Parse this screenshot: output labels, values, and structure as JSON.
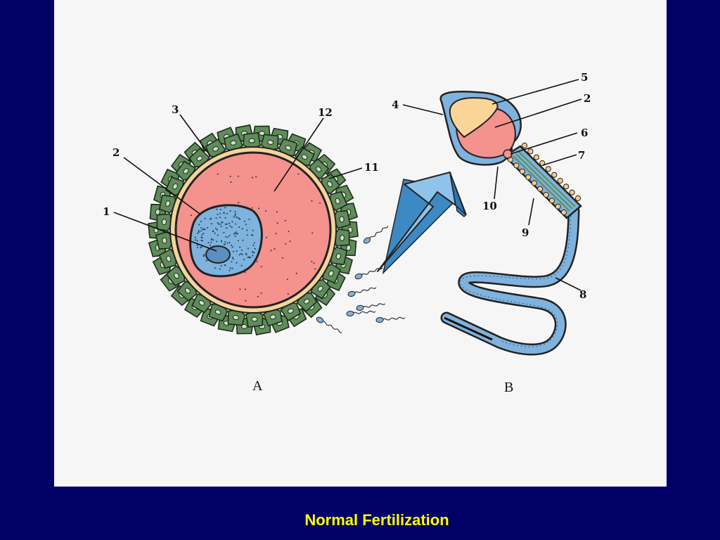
{
  "colors": {
    "background": "#000066",
    "panel": "#f6f6f6",
    "caption": "#ffff00",
    "cytoplasm": "#f4928e",
    "nucleus": "#7fb2dc",
    "corona": "#5f8c5a",
    "zona": "#f3d49a",
    "arrow": "#8fc3ea"
  },
  "caption": "Normal Fertilization",
  "panels": {
    "a": "A",
    "b": "B"
  },
  "egg_labels": {
    "l1": "1",
    "l2": "2",
    "l3": "3",
    "l11": "11",
    "l12": "12"
  },
  "sperm_labels": {
    "l2": "2",
    "l4": "4",
    "l5": "5",
    "l6": "6",
    "l7": "7",
    "l8": "8",
    "l9": "9",
    "l10": "10"
  }
}
